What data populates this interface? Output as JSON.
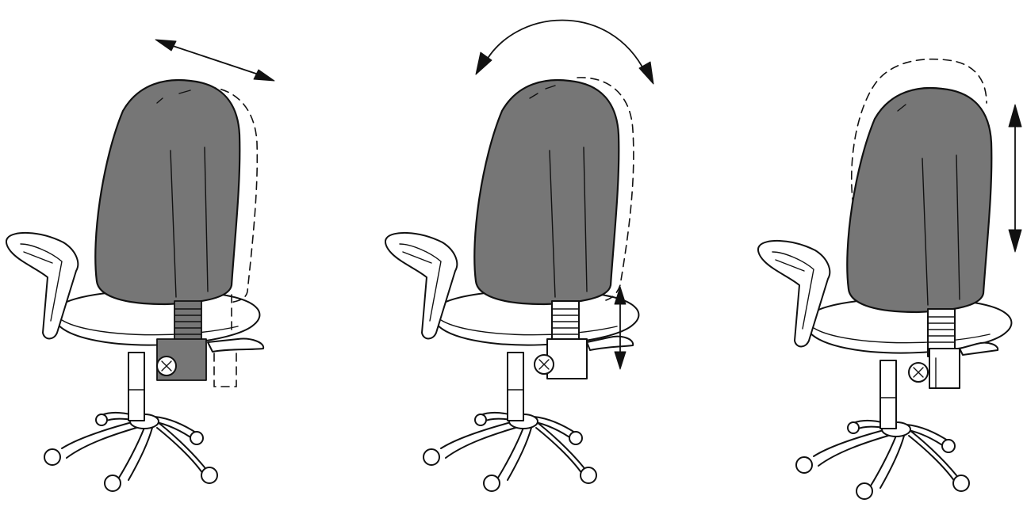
{
  "colors": {
    "backrest_fill": "#767676",
    "line": "#111111",
    "background": "#ffffff"
  },
  "panels": [
    {
      "id": "depth-adjustment",
      "arrow": "diagonal-double-arrow",
      "mechanism_highlighted": true
    },
    {
      "id": "tilt-adjustment",
      "arrow": "curved-double-arrow-with-vertical-arrow",
      "mechanism_highlighted": false
    },
    {
      "id": "height-adjustment",
      "arrow": "vertical-double-arrow",
      "mechanism_highlighted": false
    }
  ]
}
